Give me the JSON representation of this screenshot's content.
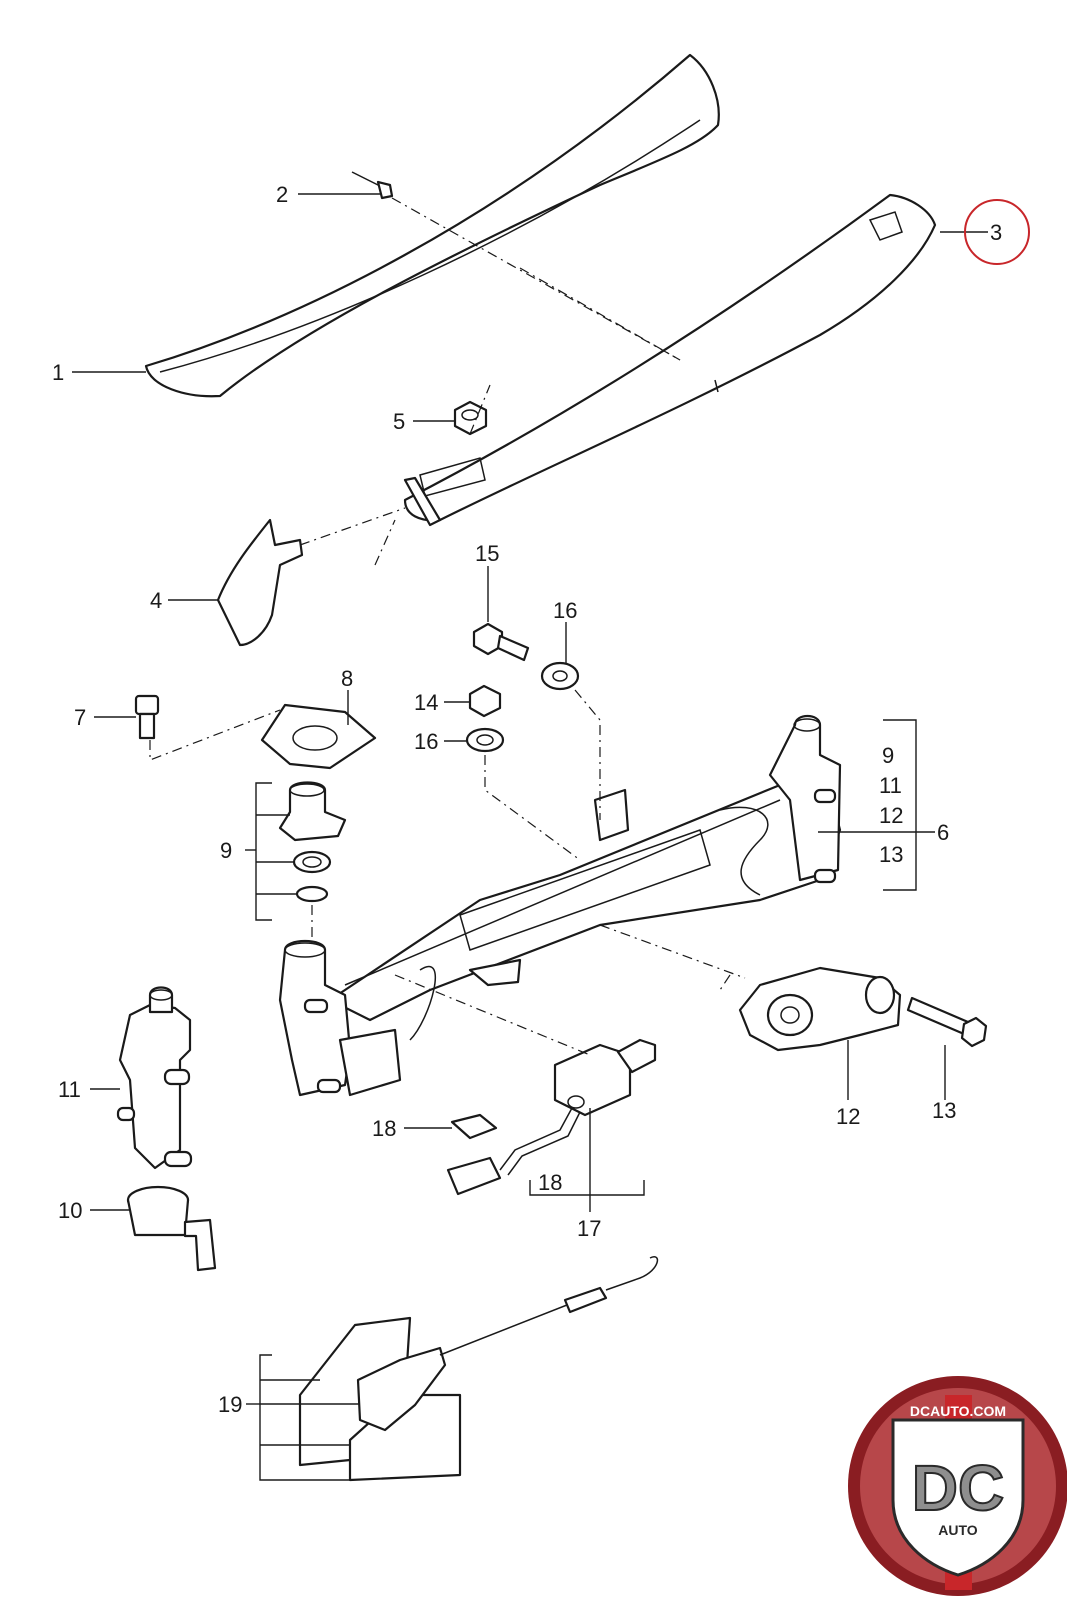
{
  "highlight_color": "#c8262a",
  "highlighted_callout": "3",
  "callouts": {
    "c1": "1",
    "c2": "2",
    "c3": "3",
    "c4": "4",
    "c5": "5",
    "c6": "6",
    "c7": "7",
    "c8": "8",
    "c9a": "9",
    "c9b": "9",
    "c10": "10",
    "c11a": "11",
    "c11b": "11",
    "c12a": "12",
    "c12b": "12",
    "c13a": "13",
    "c13b": "13",
    "c14": "14",
    "c15": "15",
    "c16a": "16",
    "c16b": "16",
    "c17": "17",
    "c18a": "18",
    "c18b": "18",
    "c19": "19"
  },
  "logo": {
    "site": "DCAUTO.COM",
    "initials": "DC",
    "word": "AUTO",
    "colors": {
      "ring": "#8a1d22",
      "red": "#c8262a",
      "grey": "#8e8e8e",
      "dark": "#2a2a2a"
    }
  }
}
